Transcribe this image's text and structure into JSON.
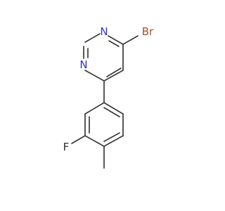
{
  "molecule": {
    "atoms": [
      {
        "id": "N1",
        "label": "N",
        "color": "#3333cc"
      },
      {
        "id": "N2",
        "label": "N",
        "color": "#3333cc"
      },
      {
        "id": "Br",
        "label": "Br",
        "color": "#a0522d"
      },
      {
        "id": "F",
        "label": "F",
        "color": "#2e2e2e"
      }
    ]
  }
}
